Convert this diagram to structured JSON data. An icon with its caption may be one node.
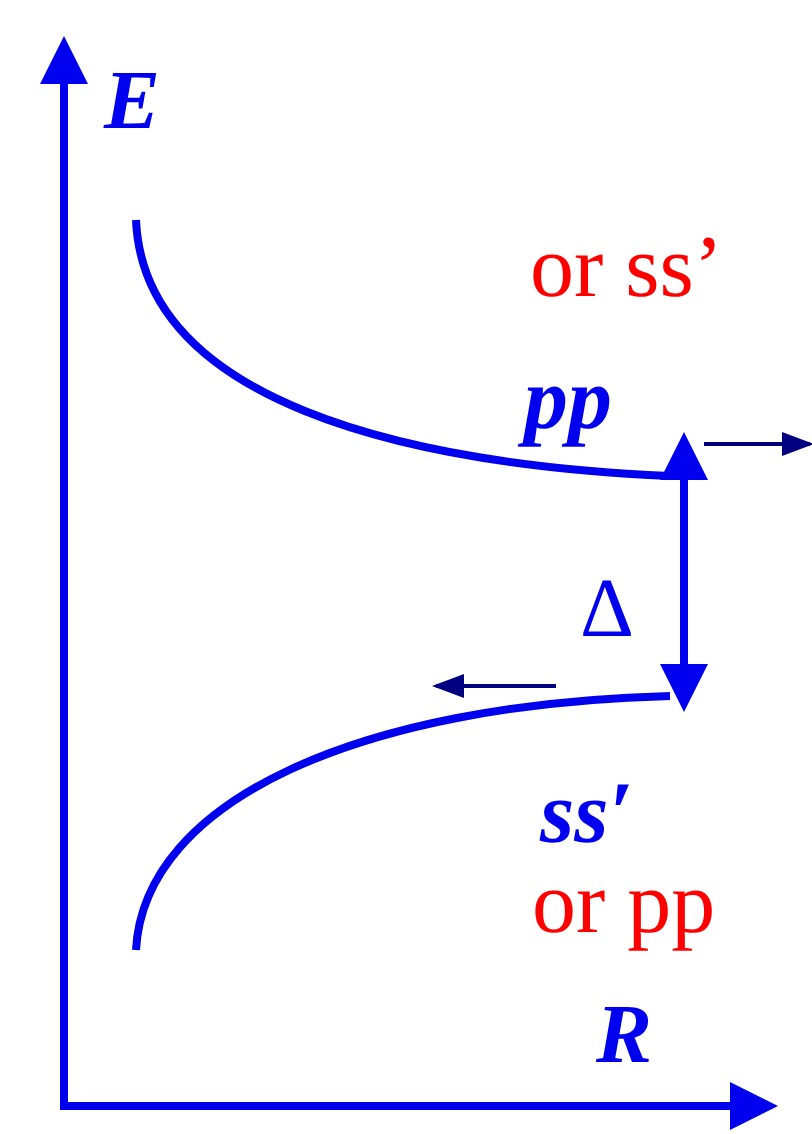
{
  "diagram": {
    "labels": [
      "E",
      "or ss’",
      "pp",
      "Δ",
      "ss′",
      "or pp",
      "R"
    ]
  }
}
